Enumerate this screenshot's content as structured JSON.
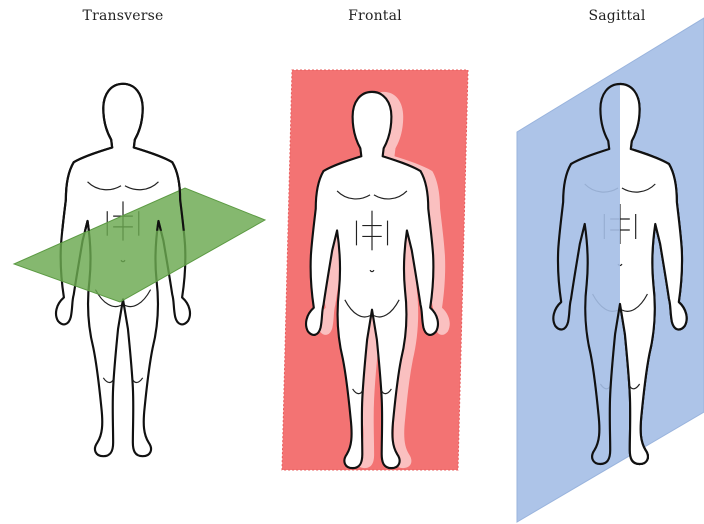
{
  "panels": [
    {
      "title": "Transverse",
      "plane_color": "#6aa84f"
    },
    {
      "title": "Frontal",
      "plane_color": "#f26b6b"
    },
    {
      "title": "Sagittal",
      "plane_color": "#a4bee6"
    }
  ]
}
